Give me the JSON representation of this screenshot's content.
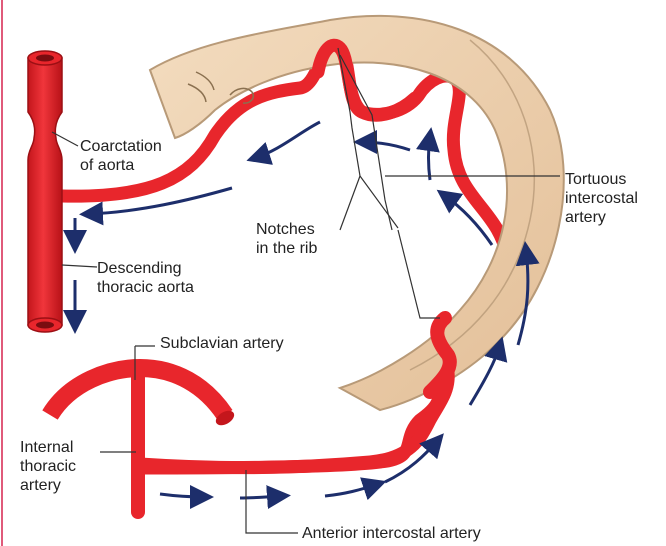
{
  "colors": {
    "artery": "#e8262c",
    "artery_dark": "#b21218",
    "rib": "#efd3b0",
    "rib_edge": "#b89a78",
    "arrow": "#1d2e6b",
    "leader": "#333333",
    "border": "#e05a7a"
  },
  "labels": {
    "coarctation_line1": "Coarctation",
    "coarctation_line2": "of aorta",
    "descending_line1": "Descending",
    "descending_line2": "thoracic aorta",
    "notches_line1": "Notches",
    "notches_line2": "in the rib",
    "tortuous_line1": "Tortuous",
    "tortuous_line2": "intercostal",
    "tortuous_line3": "artery",
    "subclavian": "Subclavian artery",
    "internal_line1": "Internal",
    "internal_line2": "thoracic",
    "internal_line3": "artery",
    "anterior": "Anterior intercostal artery"
  }
}
